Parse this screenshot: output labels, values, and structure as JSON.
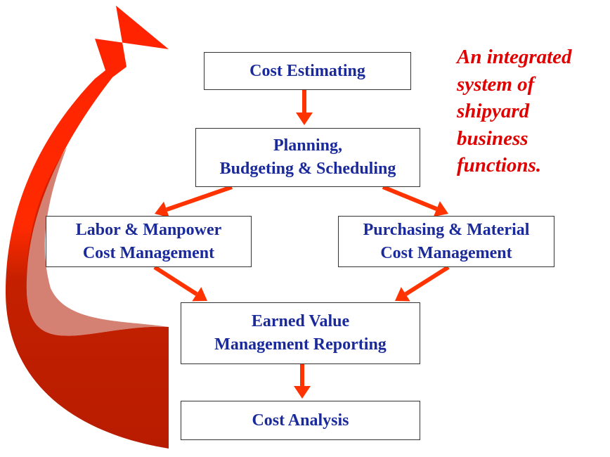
{
  "colors": {
    "box_text": "#1a2a9a",
    "arrow": "#ff3300",
    "note_text": "#e00000",
    "curve_top": "#ff2200",
    "curve_bottom": "#c42000"
  },
  "nodes": {
    "cost_estimating": {
      "lines": [
        "Cost Estimating"
      ]
    },
    "planning": {
      "lines": [
        "Planning,",
        "Budgeting & Scheduling"
      ]
    },
    "labor": {
      "lines": [
        "Labor & Manpower",
        "Cost Management"
      ]
    },
    "purchasing": {
      "lines": [
        "Purchasing & Material",
        "Cost Management"
      ]
    },
    "earned_value": {
      "lines": [
        "Earned Value",
        "Management Reporting"
      ]
    },
    "cost_analysis": {
      "lines": [
        "Cost Analysis"
      ]
    }
  },
  "note": {
    "lines": [
      "An integrated",
      "system of",
      "shipyard",
      "business",
      "functions."
    ]
  },
  "edges": [
    {
      "from": "cost_estimating",
      "to": "planning"
    },
    {
      "from": "planning",
      "to": "labor"
    },
    {
      "from": "planning",
      "to": "purchasing"
    },
    {
      "from": "labor",
      "to": "earned_value"
    },
    {
      "from": "purchasing",
      "to": "earned_value"
    },
    {
      "from": "earned_value",
      "to": "cost_analysis"
    },
    {
      "from": "cost_analysis",
      "to": "cost_estimating",
      "style": "feedback-curve"
    }
  ]
}
